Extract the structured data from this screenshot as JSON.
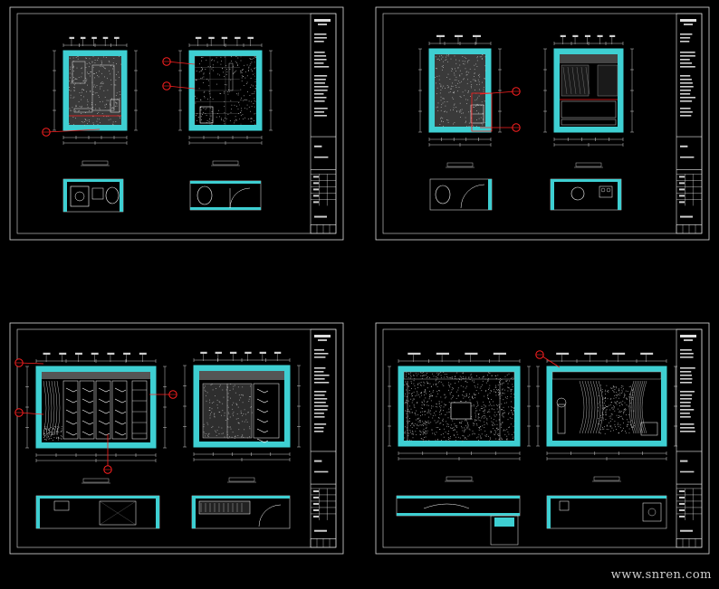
{
  "watermark": "www.snren.com",
  "colors": {
    "background": "#000000",
    "wall": "#3ecfd2",
    "line": "#ffffff",
    "callout": "#ff2020",
    "title_block": "#e8e8e8"
  },
  "sheets": [
    {
      "name": "sheet-top-left"
    },
    {
      "name": "sheet-top-right"
    },
    {
      "name": "sheet-bottom-left"
    },
    {
      "name": "sheet-bottom-right"
    }
  ]
}
